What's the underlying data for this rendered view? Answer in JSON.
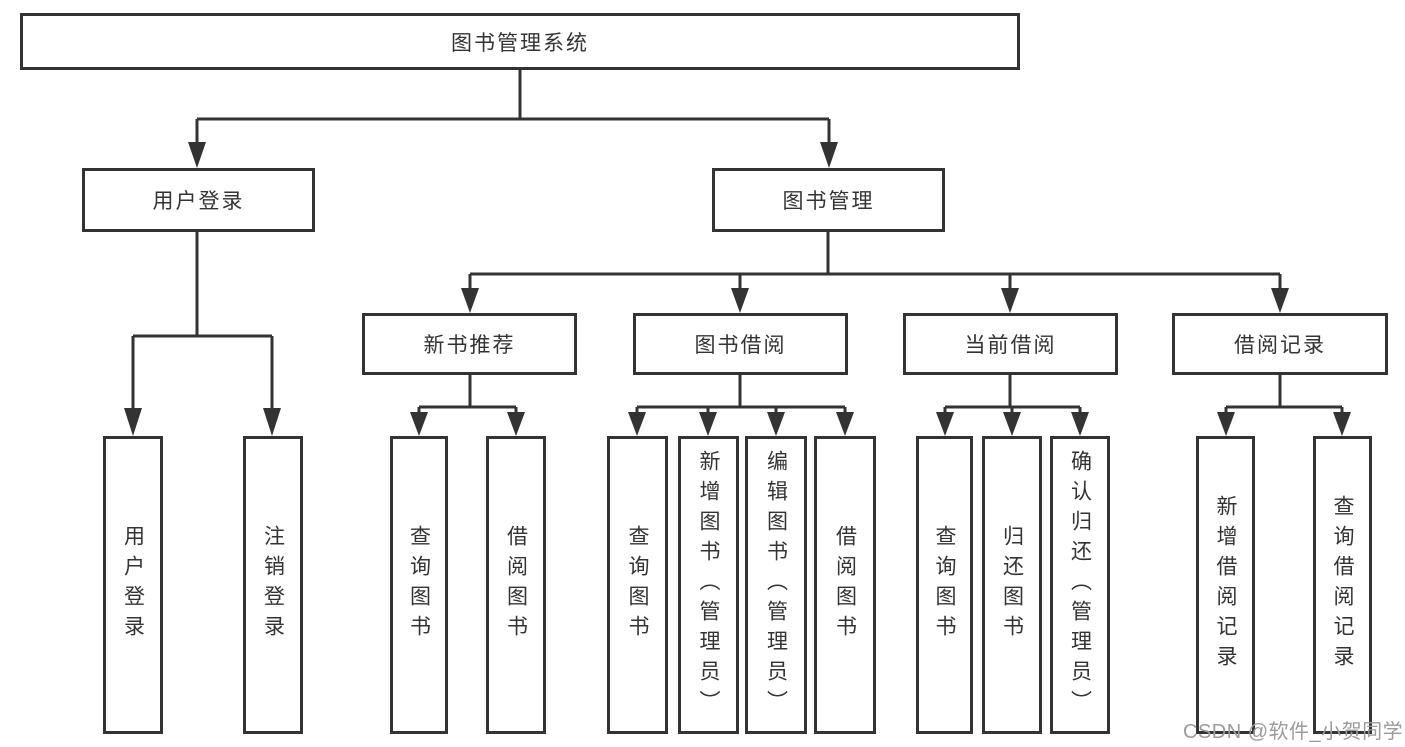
{
  "diagram": {
    "root": {
      "label": "图书管理系统"
    },
    "user_branch": {
      "label": "用户登录",
      "children": [
        {
          "label": "用户登录"
        },
        {
          "label": "注销登录"
        }
      ]
    },
    "book_branch": {
      "label": "图书管理",
      "groups": [
        {
          "label": "新书推荐",
          "children": [
            {
              "label": "查询图书"
            },
            {
              "label": "借阅图书"
            }
          ]
        },
        {
          "label": "图书借阅",
          "children": [
            {
              "label": "查询图书"
            },
            {
              "label": "新增图书（管理员）"
            },
            {
              "label": "编辑图书（管理员）"
            },
            {
              "label": "借阅图书"
            }
          ]
        },
        {
          "label": "当前借阅",
          "children": [
            {
              "label": "查询图书"
            },
            {
              "label": "归还图书"
            },
            {
              "label": "确认归还（管理员）"
            }
          ]
        },
        {
          "label": "借阅记录",
          "children": [
            {
              "label": "新增借阅记录"
            },
            {
              "label": "查询借阅记录"
            }
          ]
        }
      ]
    },
    "colors": {
      "line": "#333333",
      "text": "#333333",
      "background": "#ffffff",
      "watermark": "#9b9b9b"
    }
  },
  "watermark": {
    "text": "CSDN @软件_小贺同学"
  }
}
